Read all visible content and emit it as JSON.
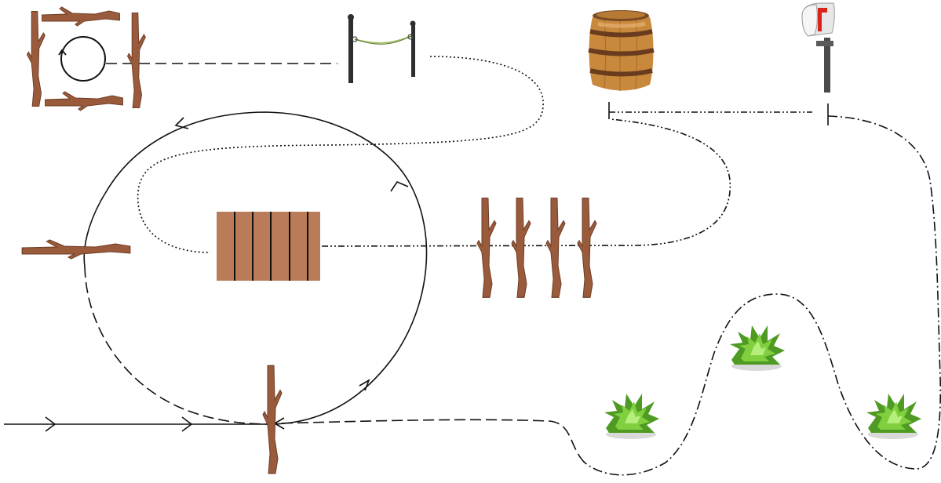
{
  "course": {
    "colors": {
      "background": "#ffffff",
      "line": "#111111",
      "stick": "#9a5b3c",
      "stick_dark": "#6e3d25",
      "plank_fill": "#b97b58",
      "plank_lines": "#111111",
      "barrel_wood": "#c9893d",
      "barrel_band": "#6a3c1e",
      "bush_green": "#5db02c",
      "bush_light": "#9be05a",
      "mailbox_body": "#e8e8e8",
      "mailbox_flag": "#d9241c",
      "post": "#3b3b3b"
    },
    "obstacles": [
      {
        "name": "stick-square-circle",
        "icon": "stick-square-icon"
      },
      {
        "name": "rope-gate",
        "icon": "rope-gate-icon"
      },
      {
        "name": "barrel",
        "icon": "barrel-icon"
      },
      {
        "name": "mailbox",
        "icon": "mailbox-icon"
      },
      {
        "name": "single-stick-left",
        "icon": "stick-icon"
      },
      {
        "name": "wooden-plank",
        "icon": "plank-icon"
      },
      {
        "name": "four-sticks-row",
        "icon": "stick-row-icon"
      },
      {
        "name": "start-stick",
        "icon": "stick-icon"
      },
      {
        "name": "bush-1",
        "icon": "bush-icon"
      },
      {
        "name": "bush-2",
        "icon": "bush-icon"
      },
      {
        "name": "bush-3",
        "icon": "bush-icon"
      }
    ],
    "line_styles": [
      {
        "segment": "entry",
        "style": "solid-with-arrows"
      },
      {
        "segment": "big-loop",
        "style": "solid-with-arrows"
      },
      {
        "segment": "lower-arc",
        "style": "long-dash"
      },
      {
        "segment": "circle-to-gate",
        "style": "long-dash"
      },
      {
        "segment": "gate-to-plank",
        "style": "dotted"
      },
      {
        "segment": "plank-to-barrel",
        "style": "dash-dot-dot"
      },
      {
        "segment": "barrel-to-mailbox",
        "style": "dash-dot-dot"
      },
      {
        "segment": "mailbox-to-bushes",
        "style": "dash-dot"
      },
      {
        "segment": "bushes-to-start",
        "style": "long-dash"
      }
    ]
  }
}
